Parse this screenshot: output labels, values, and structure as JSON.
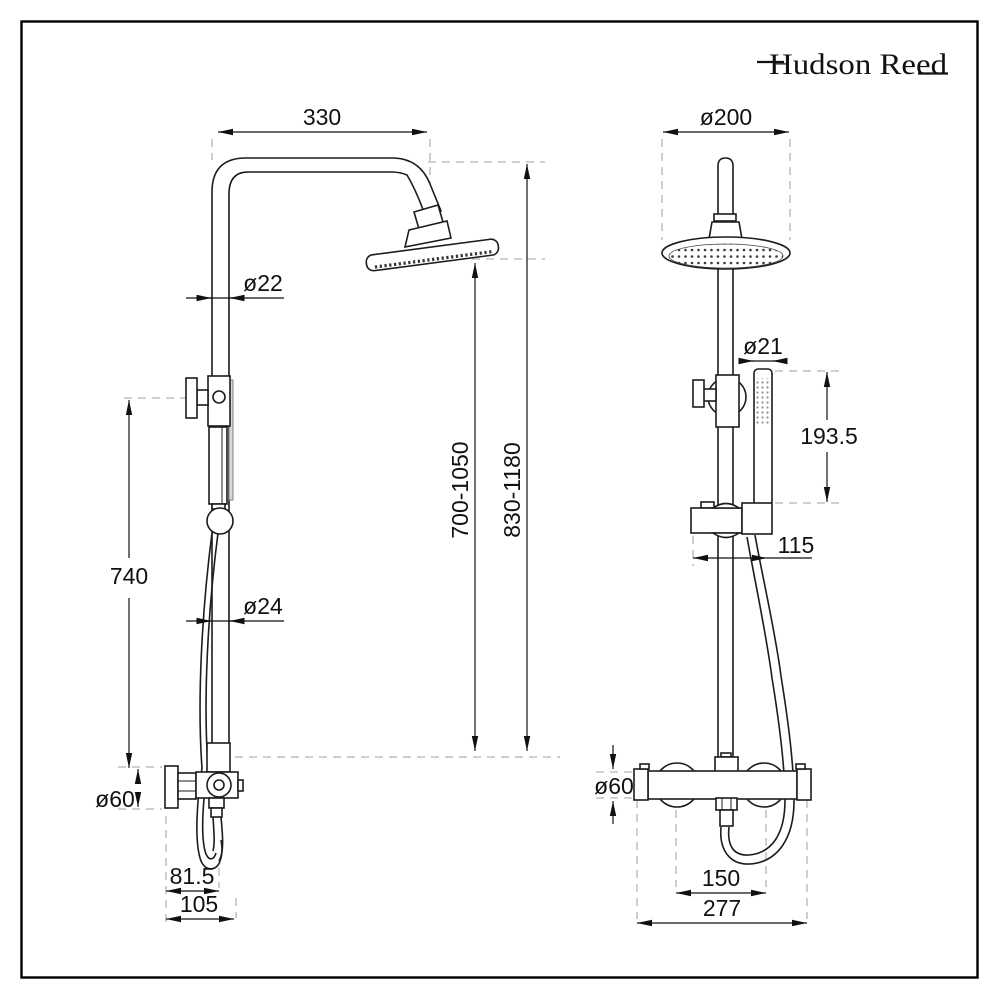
{
  "brand": {
    "logo": "Hudson Reed"
  },
  "side_view": {
    "arm_reach": "330",
    "pipe_dia_upper": "ø22",
    "riser_height": "740",
    "pipe_dia_lower": "ø24",
    "valve_knob_dia": "ø60",
    "hose_offset": "81.5",
    "hose_depth": "105",
    "head_face_height_range": "700-1050",
    "overall_height_range": "830-1180"
  },
  "front_view": {
    "head_dia": "ø200",
    "handset_dia": "ø21",
    "handset_length": "193.5",
    "handset_offset": "115",
    "valve_body_dia": "ø60",
    "outlet_centres": "150",
    "valve_width": "277"
  }
}
